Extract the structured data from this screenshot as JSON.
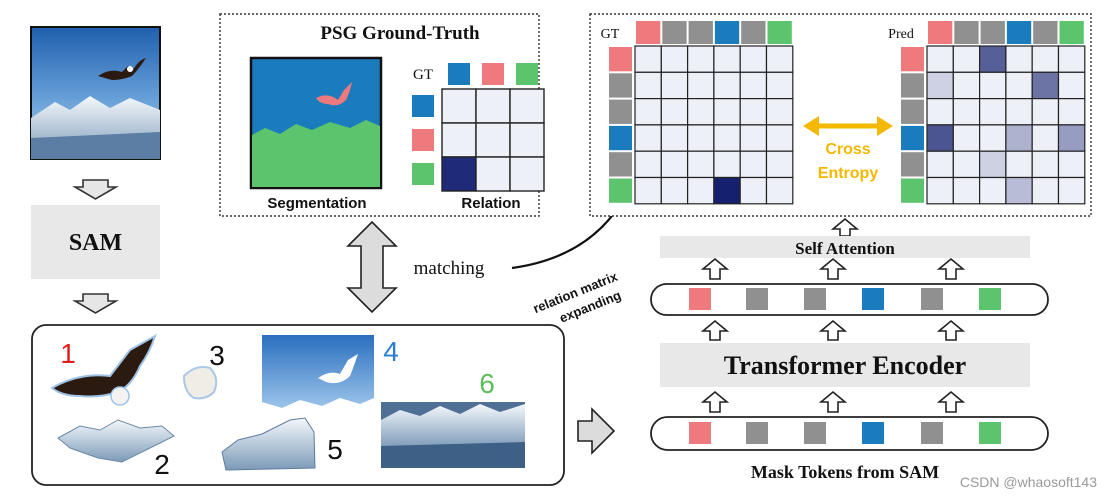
{
  "psg": {
    "title": "PSG Ground-Truth",
    "segmentation_label": "Segmentation",
    "relation_label": "Relation",
    "gt_label": "GT",
    "relation_grid": {
      "rows": 3,
      "cols": 3,
      "header_colors": [
        "#1a7bbd",
        "#ee7a7d",
        "#5cc46c"
      ],
      "filled_cells": [
        [
          2,
          0
        ]
      ],
      "filled_color": "#1f2a78"
    }
  },
  "sam": {
    "label": "SAM"
  },
  "matching": {
    "label": "matching"
  },
  "expand": {
    "line1": "relation matrix",
    "line2": "expanding"
  },
  "masks": [
    {
      "num": "1",
      "color": "#e01e1e"
    },
    {
      "num": "2",
      "color": "#111111"
    },
    {
      "num": "3",
      "color": "#111111"
    },
    {
      "num": "4",
      "color": "#2a7fd4"
    },
    {
      "num": "5",
      "color": "#111111"
    },
    {
      "num": "6",
      "color": "#5cbf5c"
    }
  ],
  "matrices": {
    "gt_label": "GT",
    "pred_label": "Pred",
    "loss_line1": "Cross",
    "loss_line2": "Entropy",
    "loss_color": "#f5b800",
    "token_colors": [
      "#ee7a7d",
      "#909090",
      "#909090",
      "#1a7bbd",
      "#909090",
      "#5cc46c"
    ],
    "gt_cells": [
      {
        "r": 5,
        "c": 3,
        "v": 1.0
      }
    ],
    "pred_cells": [
      {
        "r": 0,
        "c": 2,
        "v": 0.7
      },
      {
        "r": 1,
        "c": 0,
        "v": 0.15
      },
      {
        "r": 1,
        "c": 4,
        "v": 0.6
      },
      {
        "r": 3,
        "c": 0,
        "v": 0.75
      },
      {
        "r": 3,
        "c": 3,
        "v": 0.3
      },
      {
        "r": 3,
        "c": 5,
        "v": 0.4
      },
      {
        "r": 4,
        "c": 2,
        "v": 0.15
      },
      {
        "r": 5,
        "c": 3,
        "v": 0.25
      }
    ]
  },
  "model": {
    "self_attention": "Self Attention",
    "transformer": "Transformer Encoder",
    "tokens_label": "Mask Tokens from SAM"
  },
  "watermark": "CSDN @whaosoft143"
}
